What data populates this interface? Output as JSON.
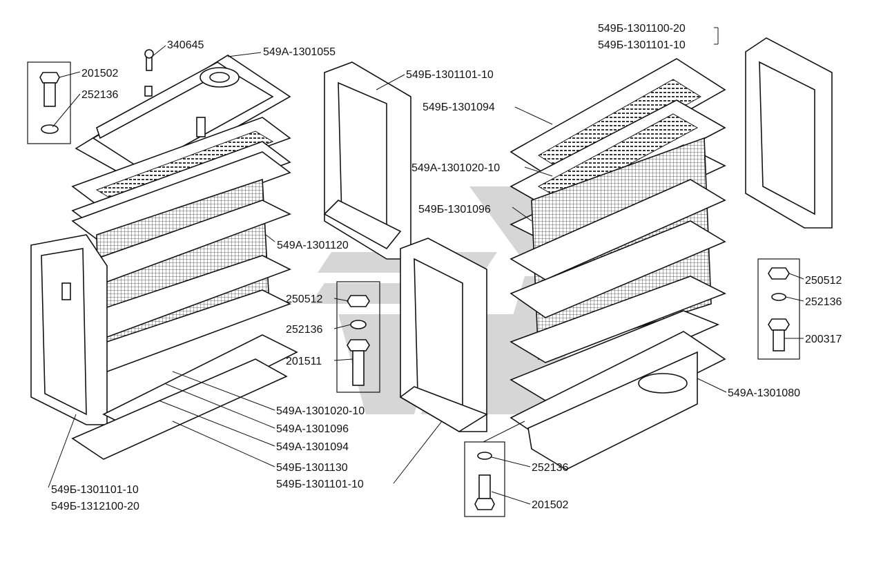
{
  "labels": {
    "l340645": "340645",
    "l549A_1301055": "549A-1301055",
    "l201502_tl": "201502",
    "l252136_tl": "252136",
    "l549B_1301101_10_top": "549Б-1301101-10",
    "l549B_1301100_20": "549Б-1301100-20",
    "l549B_1301101_10_tr": "549Б-1301101-10",
    "l549B_1301094_tr": "549Б-1301094",
    "l549A_1301020_10_tr": "549A-1301020-10",
    "l549B_1301096_tr": "549Б-1301096",
    "l549A_1301120": "549A-1301120",
    "l250512_mid": "250512",
    "l252136_mid": "252136",
    "l201511": "201511",
    "l250512_r": "250512",
    "l252136_r": "252136",
    "l200317": "200317",
    "l549A_1301080": "549A-1301080",
    "l549A_1301020_10_b": "549A-1301020-10",
    "l549A_1301096_b": "549A-1301096",
    "l549A_1301094_b": "549A-1301094",
    "l549B_1301130": "549Б-1301130",
    "l549B_1301101_10_b": "549Б-1301101-10",
    "l549B_1301101_10_bl": "549Б-1301101-10",
    "l549B_1312100_20": "549Б-1312100-20",
    "l252136_br": "252136",
    "l201502_br": "201502"
  },
  "colors": {
    "ink": "#111111",
    "watermark": "#c8c8c8",
    "background": "#ffffff"
  },
  "icons": {
    "watermark": "logo-watermark-icon"
  }
}
